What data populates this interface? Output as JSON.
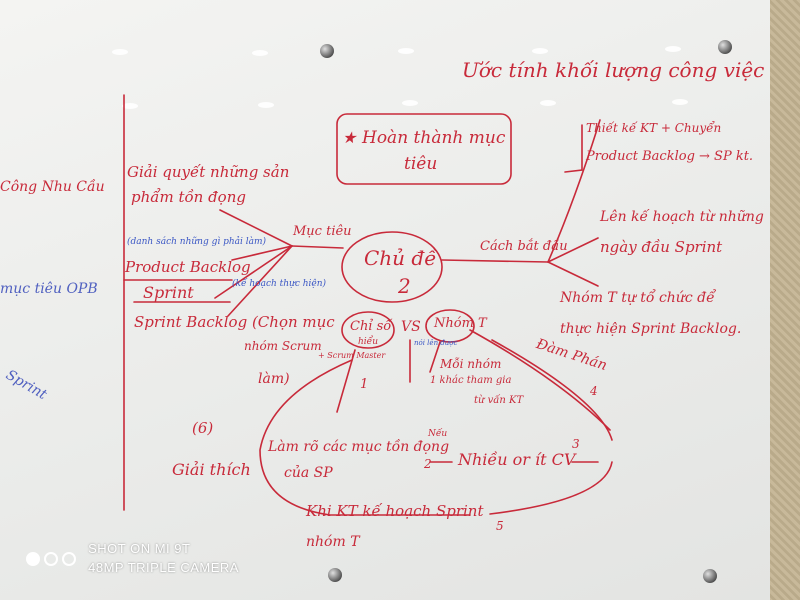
{
  "colors": {
    "ink_red": "#c82a3a",
    "ink_blue": "#3a56c4",
    "board": "#eeefed"
  },
  "board": {
    "title_right": "Ước tính khối lượng công việc",
    "boxed_goal": {
      "star": "★",
      "line1": "Hoàn thành mục",
      "line2": "tiêu"
    },
    "center_topic": {
      "line1": "Chủ đề",
      "line2": "2"
    },
    "left_branch": {
      "label": "Mục tiêu",
      "item1": {
        "line1": "Giải quyết những sản",
        "line2": "phẩm tồn đọng"
      },
      "blue_note_1": "(danh sách những gì phải làm)",
      "item2": "Product Backlog",
      "blue_note_2": "(kế hoạch thực hiện)",
      "item3": "Sprint",
      "item4": "Sprint Backlog (Chọn mục",
      "item4_cont": {
        "line1": "nhóm Scrum",
        "line2": "làm)"
      }
    },
    "left_edge": {
      "text1": "Công Nhu Cầu",
      "text2": "mục tiêu OPB",
      "text3": "Sprint"
    },
    "right_branch": {
      "label": "Cách bắt đầu",
      "item1": {
        "line1": "Thiết kế KT + Chuyển",
        "line2": "Product Backlog → SP kt."
      },
      "item2": {
        "line1": "Lên kế hoạch từ những",
        "line2": "ngày đầu Sprint"
      },
      "item3": {
        "line1": "Nhóm T tự tổ chức để",
        "line2": "thực hiện Sprint Backlog."
      }
    },
    "lower": {
      "node_left": {
        "line1": "Chỉ số",
        "line2": "hiểu"
      },
      "vs": "VS",
      "node_right": "Nhóm T",
      "scrum_note": "+ Scrum Master",
      "blue_small": "nói lên được",
      "members_note": {
        "line1": "Mỗi nhóm",
        "line2": "1 khác tham gia",
        "line3": "từ vấn KT"
      },
      "negotiate": "Đàm Phán",
      "num_4": "4",
      "num_1": "1",
      "num_6": "(6)",
      "explain": "Giải thích",
      "cycle_left": {
        "line1": "Làm rõ các mục tồn đọng",
        "line2": "của SP"
      },
      "cycle_mid_small": "Nếu",
      "num_2": "2",
      "cycle_right": "Nhiều or ít CV",
      "num_3": "3",
      "cycle_bottom": {
        "line1": "Khi KT kế hoạch Sprint",
        "line2": "nhóm T"
      },
      "num_5": "5"
    }
  },
  "watermark": {
    "line1": "SHOT ON MI 9T",
    "line2": "48MP TRIPLE CAMERA"
  }
}
